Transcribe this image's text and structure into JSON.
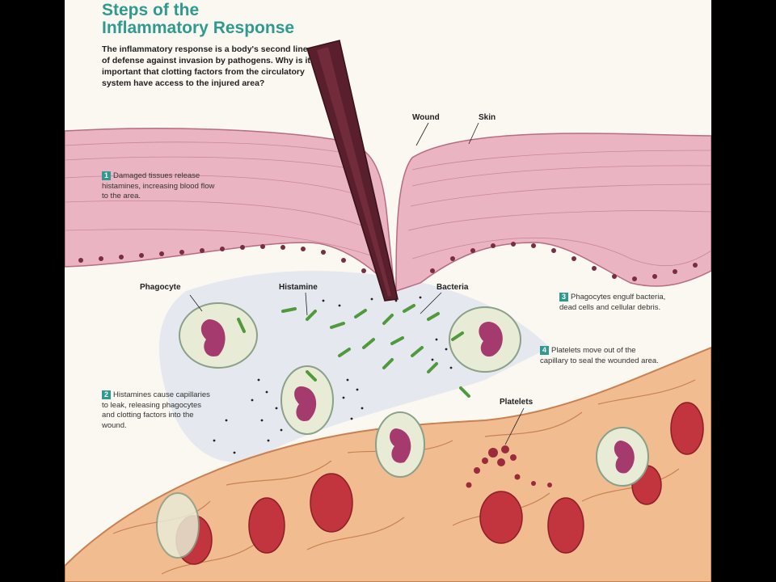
{
  "title_line1": "Steps of the",
  "title_line2": "Inflammatory Response",
  "intro": "The inflammatory response is a body's second line of defense against invasion by pathogens. Why is it important that clotting factors from the circulatory system have access to the injured area?",
  "labels": {
    "wound": "Wound",
    "skin": "Skin",
    "phagocyte": "Phagocyte",
    "histamine": "Histamine",
    "bacteria": "Bacteria",
    "platelets": "Platelets"
  },
  "steps": [
    {
      "number": "1",
      "text": "Damaged tissues release histamines, increasing blood flow to the area."
    },
    {
      "number": "2",
      "text": "Histamines cause capillaries to leak, releasing phagocytes and clotting factors into the wound."
    },
    {
      "number": "3",
      "text": "Phagocytes engulf bacteria, dead cells and cellular debris."
    },
    {
      "number": "4",
      "text": "Platelets move out of the capillary to seal the wounded area."
    }
  ],
  "colors": {
    "title": "#2f9a8e",
    "skin": "#e6a8b8",
    "capillary": "#f0b98e",
    "red_blood_cell": "#c2343e",
    "nucleus": "#a43a6e",
    "bacteria": "#4f9a3a"
  }
}
